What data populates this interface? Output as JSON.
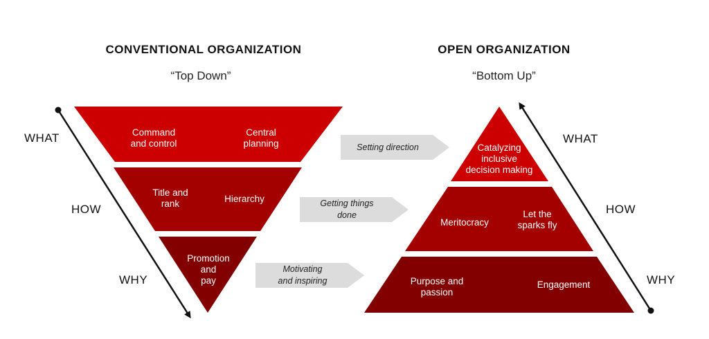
{
  "left": {
    "title": "CONVENTIONAL ORGANIZATION",
    "subtitle": "“Top Down”",
    "axis": {
      "what": "WHAT",
      "how": "HOW",
      "why": "WHY"
    },
    "tiers": [
      {
        "items": [
          "Command\nand control",
          "Central\nplanning"
        ]
      },
      {
        "items": [
          "Title and\nrank",
          "Hierarchy"
        ]
      },
      {
        "items": [
          "Promotion\nand\npay"
        ]
      }
    ]
  },
  "right": {
    "title": "OPEN ORGANIZATION",
    "subtitle": "“Bottom Up”",
    "axis": {
      "what": "WHAT",
      "how": "HOW",
      "why": "WHY"
    },
    "tiers": [
      {
        "items": [
          "Catalyzing\ninclusive\ndecision making"
        ]
      },
      {
        "items": [
          "Meritocracy",
          "Let the\nsparks fly"
        ]
      },
      {
        "items": [
          "Purpose and\npassion",
          "Engagement"
        ]
      }
    ]
  },
  "arrows": [
    "Setting direction",
    "Getting things\ndone",
    "Motivating\nand inspiring"
  ],
  "colors": {
    "tier1": "#cc0000",
    "tier2": "#a30000",
    "tier3": "#820000",
    "arrow": "#dcdcdc",
    "axis_line": "#111111"
  }
}
